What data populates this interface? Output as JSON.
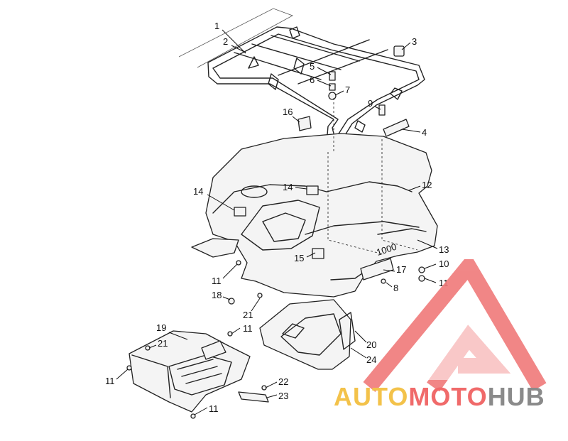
{
  "diagram": {
    "callouts": [
      {
        "id": "c1",
        "label": "1"
      },
      {
        "id": "c2",
        "label": "2"
      },
      {
        "id": "c3",
        "label": "3"
      },
      {
        "id": "c4",
        "label": "4"
      },
      {
        "id": "c5",
        "label": "5"
      },
      {
        "id": "c6",
        "label": "6"
      },
      {
        "id": "c7",
        "label": "7"
      },
      {
        "id": "c9",
        "label": "9"
      },
      {
        "id": "c16",
        "label": "16"
      },
      {
        "id": "c12",
        "label": "12"
      },
      {
        "id": "c14a",
        "label": "14"
      },
      {
        "id": "c14b",
        "label": "14"
      },
      {
        "id": "c13",
        "label": "13"
      },
      {
        "id": "c15",
        "label": "15"
      },
      {
        "id": "c10",
        "label": "10"
      },
      {
        "id": "c17",
        "label": "17"
      },
      {
        "id": "c8",
        "label": "8"
      },
      {
        "id": "c11a",
        "label": "11"
      },
      {
        "id": "c11b",
        "label": "11"
      },
      {
        "id": "c18",
        "label": "18"
      },
      {
        "id": "c21a",
        "label": "21"
      },
      {
        "id": "c19",
        "label": "19"
      },
      {
        "id": "c11c",
        "label": "11"
      },
      {
        "id": "c21b",
        "label": "21"
      },
      {
        "id": "c20",
        "label": "20"
      },
      {
        "id": "c24",
        "label": "24"
      },
      {
        "id": "c11d",
        "label": "11"
      },
      {
        "id": "c22",
        "label": "22"
      },
      {
        "id": "c23",
        "label": "23"
      },
      {
        "id": "c11e",
        "label": "11"
      }
    ],
    "decal_text": "1000"
  },
  "watermark": {
    "brand_part1": "AUTO",
    "brand_part2": "MOTO",
    "brand_part3": "HUB",
    "colors": {
      "auto": "#f3c24a",
      "moto": "#f06a6a",
      "hub": "#8a8a8a",
      "triangle": "#f07a7a"
    }
  }
}
